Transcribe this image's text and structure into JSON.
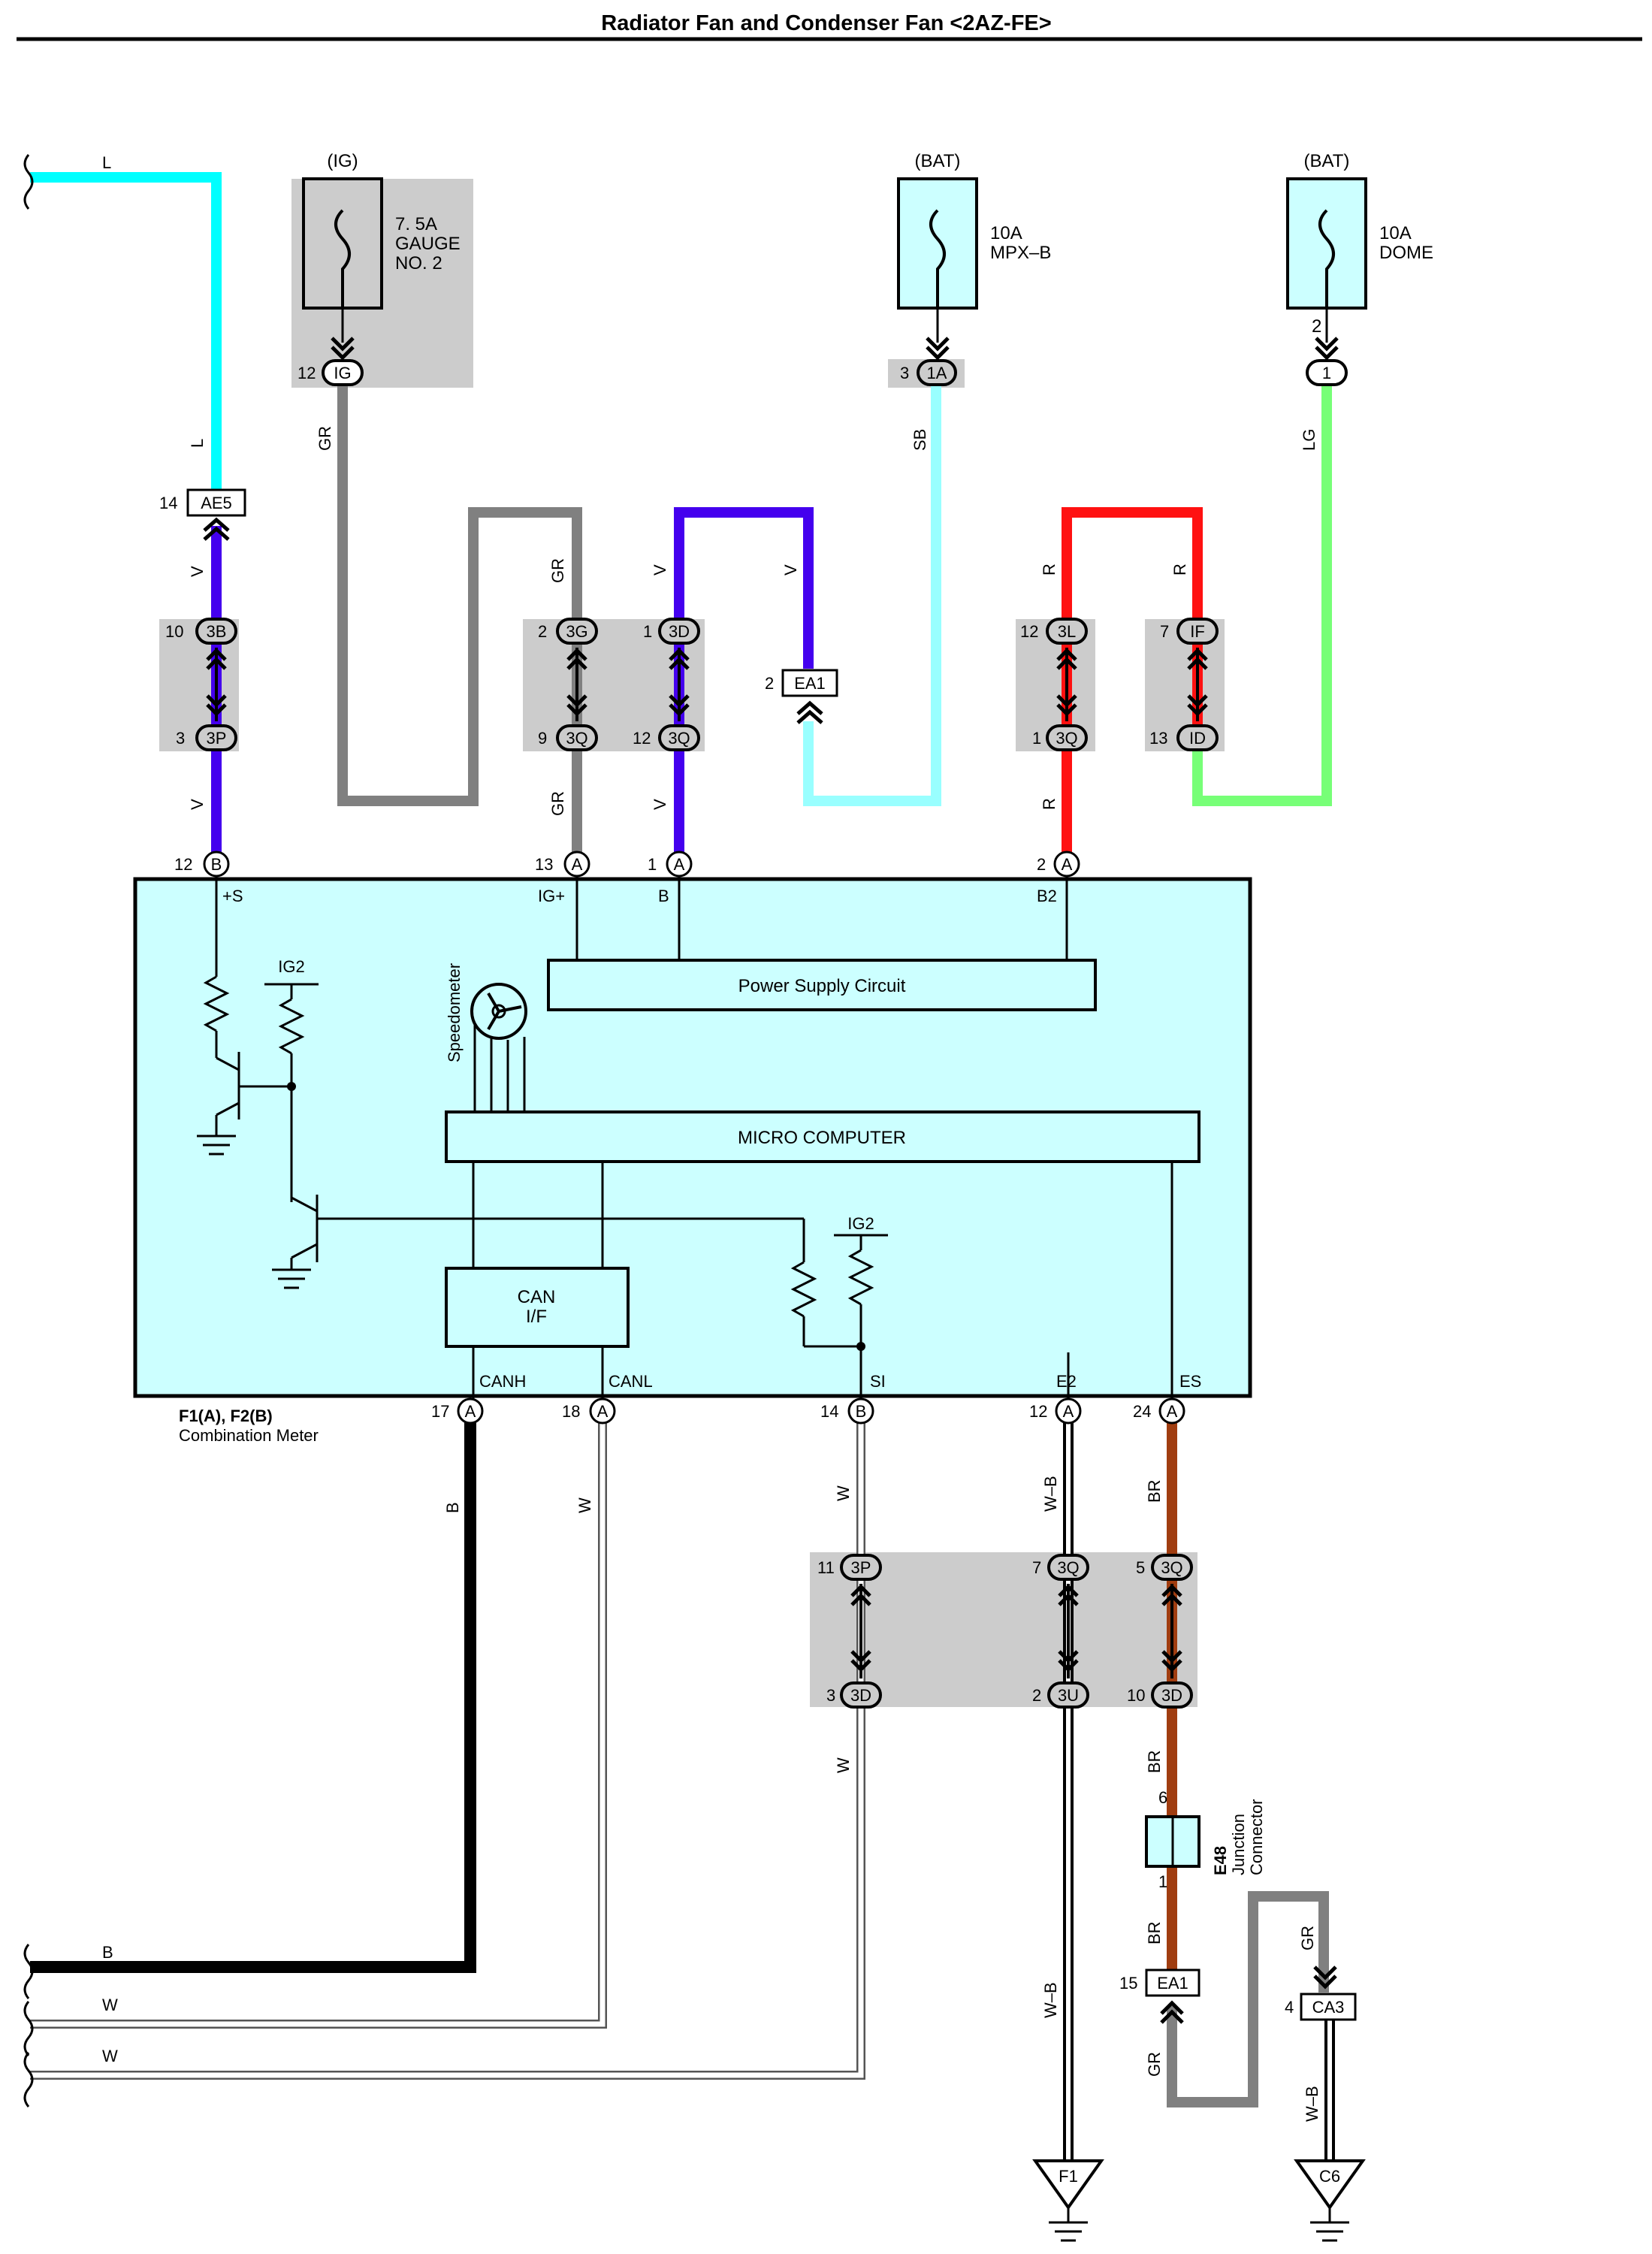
{
  "title": "Radiator Fan and Condenser Fan <2AZ-FE>",
  "colors": {
    "L": "#00ffff",
    "SB": "#99ffff",
    "V": "#4400ee",
    "GR": "#808080",
    "R": "#ff1111",
    "LG": "#77ff77",
    "B": "#000000",
    "BR": "#a03d10",
    "W": "#ffffff",
    "meter_fill": "#ccffff",
    "shade": "#cccccc"
  },
  "fuses": [
    {
      "source": "(IG)",
      "rating": "7. 5A",
      "name1": "GAUGE",
      "name2": "NO. 2"
    },
    {
      "source": "(BAT)",
      "rating": "10A",
      "name1": "MPX–B",
      "name2": ""
    },
    {
      "source": "(BAT)",
      "rating": "10A",
      "name1": "DOME",
      "name2": ""
    }
  ],
  "connectors": {
    "IG": {
      "pin": "12",
      "label": "IG"
    },
    "1A": {
      "pin": "3",
      "label": "1A"
    },
    "dome_j": {
      "pin": "1",
      "label": "1",
      "top_pin": "2"
    },
    "AE5": {
      "pin": "14",
      "label": "AE5"
    },
    "EA1_top": {
      "pin": "2",
      "label": "EA1"
    },
    "3B": {
      "pin": "10",
      "label": "3B"
    },
    "3P_top": {
      "pin": "3",
      "label": "3P"
    },
    "3G": {
      "pin": "2",
      "label": "3G"
    },
    "3Q_a": {
      "pin": "9",
      "label": "3Q"
    },
    "3D_top": {
      "pin": "1",
      "label": "3D"
    },
    "3Q_b": {
      "pin": "12",
      "label": "3Q"
    },
    "3L": {
      "pin": "12",
      "label": "3L"
    },
    "3Q_c": {
      "pin": "1",
      "label": "3Q"
    },
    "IF": {
      "pin": "7",
      "label": "IF"
    },
    "ID": {
      "pin": "13",
      "label": "ID"
    },
    "3P_bot": {
      "pin": "11",
      "label": "3P"
    },
    "3Q_d": {
      "pin": "7",
      "label": "3Q"
    },
    "3Q_e": {
      "pin": "5",
      "label": "3Q"
    },
    "3D_a": {
      "pin": "3",
      "label": "3D"
    },
    "3U": {
      "pin": "2",
      "label": "3U"
    },
    "3D_b": {
      "pin": "10",
      "label": "3D"
    },
    "EA1_bot": {
      "pin": "15",
      "label": "EA1"
    },
    "CA3": {
      "pin": "4",
      "label": "CA3"
    }
  },
  "meter_pins": [
    {
      "pin": "12",
      "conn": "B",
      "name": "+S"
    },
    {
      "pin": "13",
      "conn": "A",
      "name": "IG+"
    },
    {
      "pin": "1",
      "conn": "A",
      "name": "B"
    },
    {
      "pin": "2",
      "conn": "A",
      "name": "B2"
    },
    {
      "pin": "17",
      "conn": "A",
      "name": "CANH"
    },
    {
      "pin": "18",
      "conn": "A",
      "name": "CANL"
    },
    {
      "pin": "14",
      "conn": "B",
      "name": "SI"
    },
    {
      "pin": "12",
      "conn": "A",
      "name": "E2"
    },
    {
      "pin": "24",
      "conn": "A",
      "name": "ES"
    }
  ],
  "meter": {
    "ref": "F1(A), F2(B)",
    "name": "Combination Meter",
    "power_supply": "Power Supply Circuit",
    "micro": "MICRO COMPUTER",
    "can_line1": "CAN",
    "can_line2": "I/F",
    "speedometer": "Speedometer",
    "ig2": "IG2"
  },
  "wire_labels": {
    "L_top": "L",
    "L_vert": "L",
    "GR_ig": "GR",
    "SB": "SB",
    "LG": "LG",
    "V_ae5": "V",
    "V_plus_s": "V",
    "GR_3g": "GR",
    "GR_3q": "GR",
    "V_3d": "V",
    "V_ea1": "V",
    "V_3q": "V",
    "R_3l": "R",
    "R_if": "R",
    "R_3q": "R",
    "B_canh": "B",
    "W_canl": "W",
    "W_si": "W",
    "WB_e2": "W–B",
    "BR_es": "BR",
    "W_3d": "W",
    "BR_3d": "BR",
    "BR_e48": "BR",
    "GR_ca3": "GR",
    "WB_f1": "W–B",
    "GR_ea1": "GR",
    "WB_c6": "W–B",
    "B_left": "B",
    "W_left1": "W",
    "W_left2": "W"
  },
  "junction": {
    "ref": "E48",
    "line1": "Junction",
    "line2": "Connector",
    "pin_top": "6",
    "pin_bot": "1"
  },
  "grounds": [
    {
      "label": "F1"
    },
    {
      "label": "C6"
    }
  ]
}
